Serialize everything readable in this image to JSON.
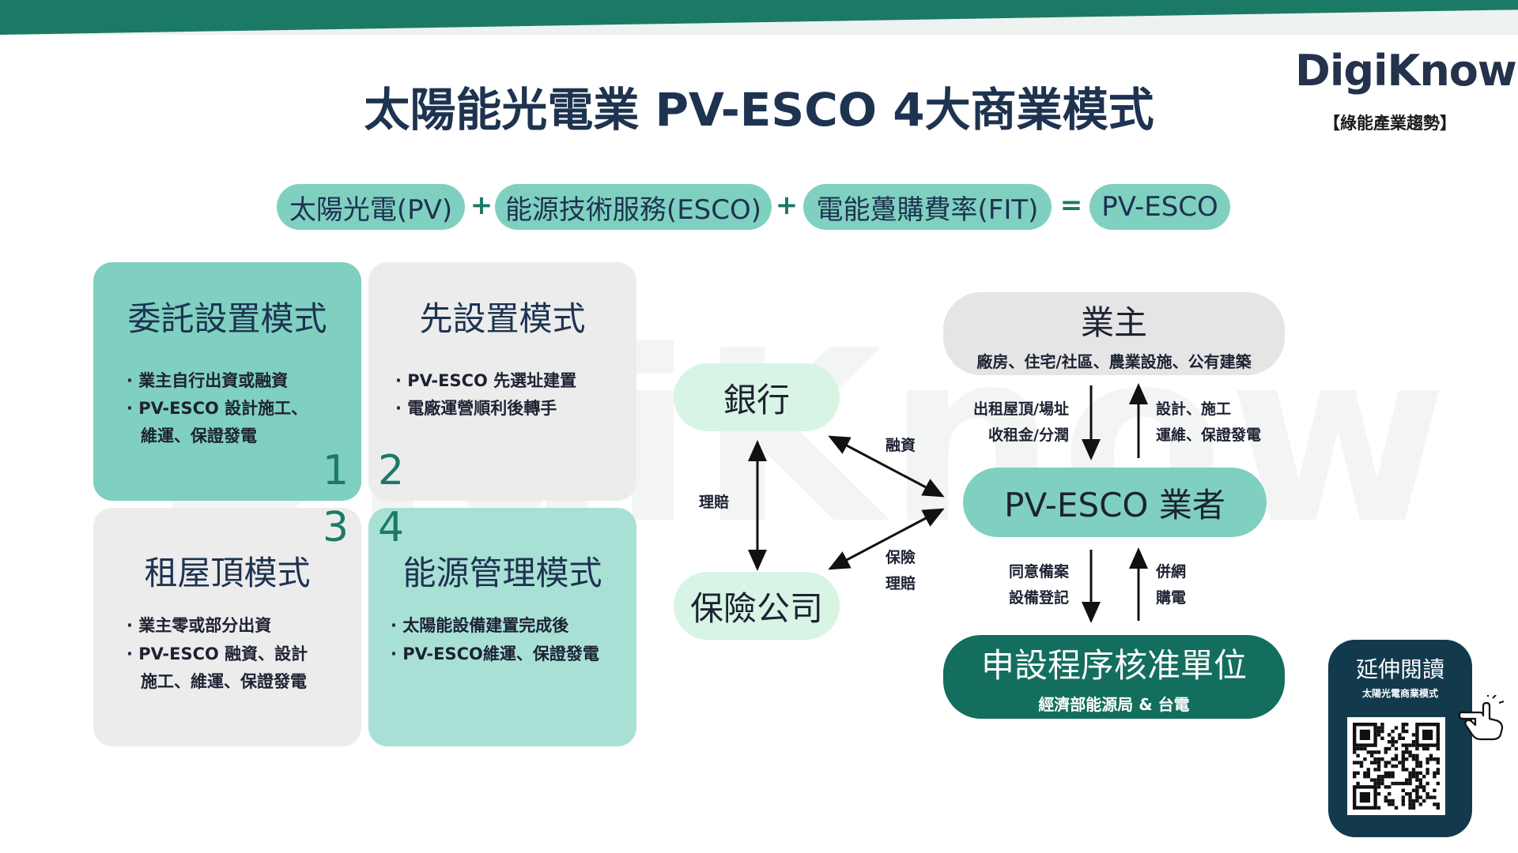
{
  "title": "太陽能光電業 PV-ESCO 4大商業模式",
  "logo": {
    "name": "DigiKnow",
    "tagline": "【綠能產業趨勢】"
  },
  "formula": {
    "terms": [
      "太陽光電(PV)",
      "能源技術服務(ESCO)",
      "電能躉購費率(FIT)"
    ],
    "plus": "+",
    "equals": "=",
    "result": "PV-ESCO"
  },
  "models": [
    {
      "number": "1",
      "title": "委託設置模式",
      "points": [
        "· 業主自行出資或融資",
        "· PV-ESCO 設計施工、",
        "維運、保證發電"
      ]
    },
    {
      "number": "2",
      "title": "先設置模式",
      "points": [
        "· PV-ESCO 先選址建置",
        "· 電廠運營順利後轉手"
      ]
    },
    {
      "number": "3",
      "title": "租屋頂模式",
      "points": [
        "· 業主零或部分出資",
        "· PV-ESCO 融資、設計",
        "施工、維運、保證發電"
      ]
    },
    {
      "number": "4",
      "title": "能源管理模式",
      "points": [
        "· 太陽能設備建置完成後",
        "· PV-ESCO維運、保證發電"
      ]
    }
  ],
  "diagram": {
    "owner": {
      "title": "業主",
      "subtitle": "廠房、住宅/社區、農業設施、公有建築"
    },
    "bank": {
      "title": "銀行"
    },
    "insurer": {
      "title": "保險公司"
    },
    "esco": {
      "title": "PV-ESCO 業者"
    },
    "authority": {
      "title": "申設程序核准單位",
      "subtitle": "經濟部能源局 & 台電"
    },
    "edges": {
      "owner_to_esco": [
        "出租屋頂/場址",
        "收租金/分潤"
      ],
      "esco_to_owner": [
        "設計、施工",
        "運維、保證發電"
      ],
      "bank_esco": [
        "融資"
      ],
      "bank_insurer": [
        "理賠"
      ],
      "insurer_esco": [
        "保險",
        "理賠"
      ],
      "esco_to_authority": [
        "同意備案",
        "設備登記"
      ],
      "authority_to_esco": [
        "併網",
        "購電"
      ]
    }
  },
  "further_reading": {
    "title": "延伸閱讀",
    "subtitle": "太陽光電商業模式"
  },
  "colors": {
    "teal_dark": "#136e5d",
    "teal": "#7fd0c0",
    "mint": "#d8f4e4",
    "navy": "#1d3350",
    "gray": "#ececec"
  }
}
